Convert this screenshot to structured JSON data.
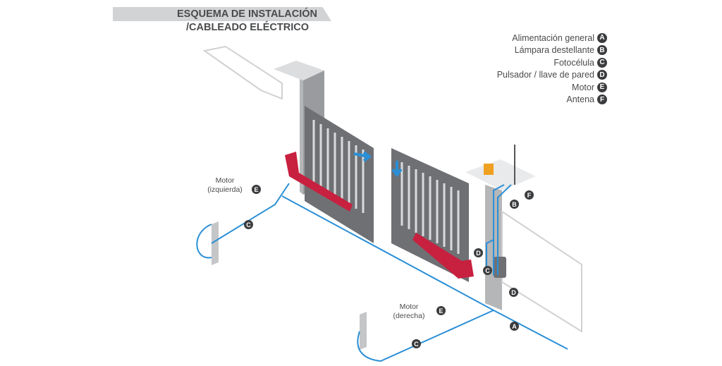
{
  "title": {
    "line1": "ESQUEMA DE INSTALACIÓN",
    "line2": "/CABLEADO ELÉCTRICO"
  },
  "legend": [
    {
      "label": "Alimentación general",
      "key": "A"
    },
    {
      "label": "Lámpara destellante",
      "key": "B"
    },
    {
      "label": "Fotocélula",
      "key": "C"
    },
    {
      "label": "Pulsador / llave de pared",
      "key": "D"
    },
    {
      "label": "Motor",
      "key": "E"
    },
    {
      "label": "Antena",
      "key": "F"
    }
  ],
  "motor_labels": {
    "left": {
      "line1": "Motor",
      "line2": "(izquierda)"
    },
    "right": {
      "line1": "Motor",
      "line2": "(derecha)"
    }
  },
  "callouts": [
    "E",
    "C",
    "F",
    "B",
    "D",
    "C",
    "D",
    "E",
    "A",
    "C"
  ],
  "colors": {
    "cable": "#2a8fd6",
    "motor": "#c8203f",
    "structure": "#8c8d90",
    "badge": "#3b3c3e"
  }
}
